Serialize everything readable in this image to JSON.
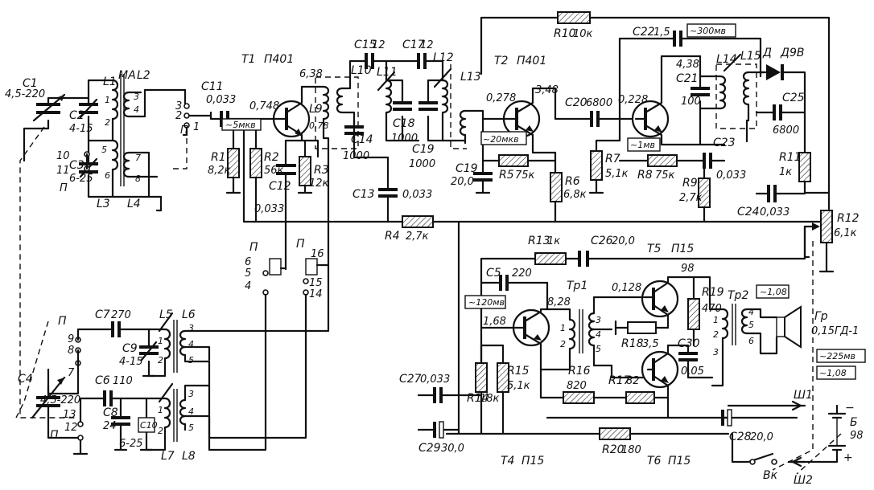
{
  "labels": {
    "c1": "C1",
    "c1v": "4,5-220",
    "c2": "C2",
    "c2v": "4-15",
    "c3": "C3",
    "c3v": "6-25",
    "l1": "L1",
    "ma": "MA",
    "l2": "L2",
    "l3": "L3",
    "l4": "L4",
    "n1": "1",
    "n2": "2",
    "n3": "3",
    "n4": "4",
    "n5": "5",
    "n6": "6",
    "n7": "7",
    "n8": "8",
    "sw10": "10",
    "sw11": "11",
    "swP1": "П",
    "sw3": "3",
    "sw2": "2",
    "sw1": "1",
    "swP2": "П",
    "c11": "C11",
    "c11v": "0,033",
    "t1": "T1",
    "t1t": "П401",
    "v638": "6,38",
    "v0748": "0,748",
    "v078": "0,78",
    "m5": "~5мкв",
    "r1": "R1",
    "r1v": "8,2к",
    "r2": "R2",
    "r2v": "56к",
    "r3": "R3",
    "r3v": "12к",
    "c12": "C12",
    "c12v": "0,033",
    "l9": "L9",
    "l10": "L10",
    "l11": "L11",
    "l12": "L12",
    "l13": "L13",
    "c14": "C14",
    "c14v": "1000",
    "c15": "C15",
    "c15v": "12",
    "c17": "C17",
    "c17v": "12",
    "c18": "C18",
    "c18v": "1000",
    "c19a": "C19",
    "c19av": "1000",
    "c13": "C13",
    "c13v": "0,033",
    "r4": "R4",
    "r4v": "2,7к",
    "r10": "R10",
    "r10v": "10к",
    "t2": "T2",
    "t2t": "П401",
    "v0278": "0,278",
    "v348": "3,48",
    "c20": "C20",
    "c20v": "6800",
    "m20": "~20мкв",
    "c19": "C19",
    "c19v": "20,0",
    "r5": "R5",
    "r5v": "75к",
    "r6": "R6",
    "r6v": "6,8к",
    "c22": "C22",
    "c22v": "1,5",
    "m300": "~300мв",
    "v0228": "0,228",
    "v438": "4,38",
    "c21": "C21",
    "c21v": "100",
    "l14": "L14",
    "l15": "L15",
    "d": "Д",
    "dtype": "Д9В",
    "c25": "C25",
    "c25v": "6800",
    "m1": "~1мв",
    "r7": "R7",
    "r7v": "5,1к",
    "r8": "R8",
    "r8v": "75к",
    "r9": "R9",
    "r9v": "2,7к",
    "c23": "C23",
    "c23v": "0,033",
    "r11": "R11",
    "r11v": "1к",
    "c24": "C24",
    "c24v": "0,033",
    "r12": "R12",
    "r12v": "6,1к",
    "swP3": "П",
    "sw6": "6",
    "sw5": "5",
    "sw4": "4",
    "swP4": "П",
    "sw16": "16",
    "sw15": "15",
    "sw14": "14",
    "c7": "C7",
    "c7v": "270",
    "l5": "L5",
    "l6": "L6",
    "c9": "C9",
    "c9v": "4-15",
    "swP5": "П",
    "sw9": "9",
    "sw8": "8",
    "sw7": "7",
    "c4": "C4",
    "c4v": "4,5-220",
    "c6": "C6",
    "c6v": "110",
    "sw13": "13",
    "sw12": "12",
    "swP6": "П",
    "c8": "C8",
    "c8v": "24",
    "c10": "C10",
    "c10v": "6-25",
    "l7": "L7",
    "l8": "L8",
    "r13": "R13",
    "r13v": "1к",
    "c26": "C26",
    "c26v": "20,0",
    "t5": "T5",
    "t5t": "П15",
    "c5": "C5",
    "c5v": "220",
    "tr1": "Тр1",
    "v0128": "0,128",
    "v98": "98",
    "r19": "R19",
    "r19v": "470",
    "tr2": "Тр2",
    "m108a": "~1,08",
    "gr": "Гр",
    "grv": "0,15ГД-1",
    "m120": "~120мв",
    "v828": "8,28",
    "v168": "1,68",
    "r18": "R18",
    "r18v": "3,5",
    "c30": "C30",
    "c30v": "0,05",
    "m225": "~225мв",
    "m108b": "~1,08",
    "c27": "C27",
    "c27v": "0,033",
    "r14": "R14",
    "r14v": "18к",
    "r15": "R15",
    "r15v": "5,1к",
    "r16": "R16",
    "r16v": "820",
    "r17": "R17",
    "r17v": "82",
    "sh1": "Ш1",
    "c28": "C28",
    "c28v": "20,0",
    "r20": "R20",
    "r20v": "180",
    "c29": "C29",
    "c29v": "30,0",
    "t4": "T4",
    "t4t": "П15",
    "t6": "T6",
    "t6t": "П15",
    "bat": "Б",
    "batv": "98",
    "vk": "Вк",
    "sh2": "Ш2",
    "plus": "+",
    "minus": "−"
  }
}
